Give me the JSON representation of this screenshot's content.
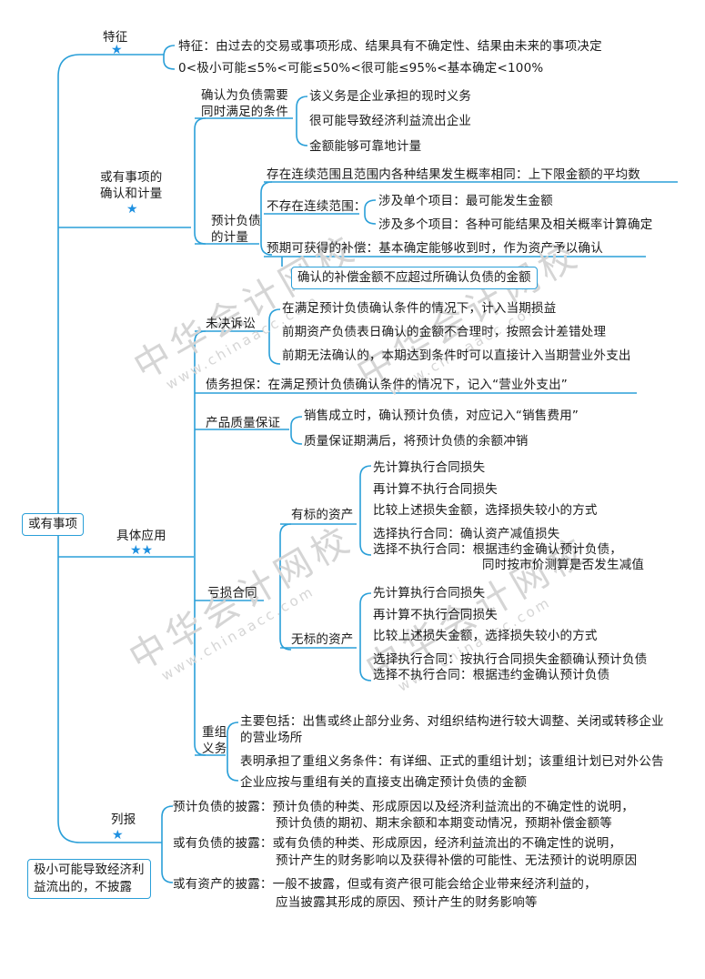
{
  "root": "或有事项",
  "sections": {
    "features": {
      "label": "特征",
      "items": [
        "特征：由过去的交易或事项形成、结果具有不确定性、结果由未来的事项决定",
        "0<极小可能≤5%<可能≤50%<很可能≤95%<基本确定<100%"
      ]
    },
    "recognition": {
      "label_line1": "或有事项的",
      "label_line2": "确认和计量",
      "conditions": {
        "label_line1": "确认为负债需要",
        "label_line2": "同时满足的条件",
        "items": [
          "该义务是企业承担的现时义务",
          "很可能导致经济利益流出企业",
          "金额能够可靠地计量"
        ]
      },
      "measurement": {
        "label_line1": "预计负债",
        "label_line2": "的计量",
        "continuous": "存在连续范围且范围内各种结果发生概率相同：上下限金额的平均数",
        "non_continuous_label": "不存在连续范围：",
        "single": "涉及单个项目：最可能发生金额",
        "multiple": "涉及多个项目：各种可能结果及相关概率计算确定",
        "compensation": "预期可获得的补偿：基本确定能够收到时，作为资产予以确认",
        "compensation_note": "确认的补偿金额不应超过所确认负债的金额"
      }
    },
    "application": {
      "label": "具体应用",
      "litigation": {
        "label": "未决诉讼",
        "items": [
          "在满足预计负债确认条件的情况下，计入当期损益",
          "前期资产负债表日确认的金额不合理时，按照会计差错处理",
          "前期无法确认的，本期达到条件时可以直接计入当期营业外支出"
        ]
      },
      "guarantee": "债务担保：在满足预计负债确认条件的情况下，记入“营业外支出”",
      "warranty": {
        "label": "产品质量保证",
        "items": [
          "销售成立时，确认预计负债，对应记入“销售费用”",
          "质量保证期满后，将预计负债的余额冲销"
        ]
      },
      "onerous": {
        "label": "亏损合同",
        "with_asset": {
          "label": "有标的资产",
          "items": [
            "先计算执行合同损失",
            "再计算不执行合同损失",
            "比较上述损失金额，选择损失较小的方式",
            "选择执行合同：确认资产减值损失",
            "选择不执行合同：根据违约金确认预计负债，",
            "同时按市价测算是否发生减值"
          ]
        },
        "without_asset": {
          "label": "无标的资产",
          "items": [
            "先计算执行合同损失",
            "再计算不执行合同损失",
            "比较上述损失金额，选择损失较小的方式",
            "选择执行合同：按执行合同损失金额确认预计负债",
            "选择不执行合同：根据违约金确认预计负债"
          ]
        }
      },
      "restructuring": {
        "label_line1": "重组",
        "label_line2": "义务",
        "items": [
          "主要包括：出售或终止部分业务、对组织结构进行较大调整、关闭或转移企业",
          "的营业场所",
          "表明承担了重组义务条件：有详细、正式的重组计划；该重组计划已对外公告",
          "企业应按与重组有关的直接支出确定预计负债的金额"
        ]
      }
    },
    "disclosure": {
      "label": "列报",
      "items": [
        "预计负债的披露：预计负债的种类、形成原因以及经济利益流出的不确定性的说明，",
        "预计负债的期初、期末余额和本期变动情况，预期补偿金额等",
        "或有负债的披露：或有负债的种类、形成原因，经济利益流出的不确定性的说明，",
        "预计产生的财务影响以及获得补偿的可能性、无法预计的说明原因",
        "或有资产的披露：一般不披露，但或有资产很可能会给企业带来经济利益的，",
        "应当披露其形成的原因、预计产生的财务影响等"
      ],
      "note_line1": "极小可能导致经济利",
      "note_line2": "益流出的，不披露"
    }
  },
  "watermark": {
    "cn": "中华会计网校",
    "url": "www.chinaacc.com"
  },
  "colors": {
    "line": "#2a9fd8",
    "star": "#1e90e0",
    "watermark": "#d5d5d5"
  }
}
